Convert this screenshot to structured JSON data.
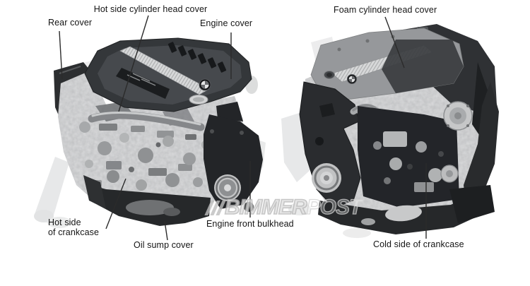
{
  "diagram": {
    "labels": {
      "hot_side_head_cover": "Hot side cylinder head cover",
      "rear_cover": "Rear cover",
      "engine_cover": "Engine cover",
      "foam_head_cover": "Foam cylinder head cover",
      "hot_side_crankcase": "Hot side\nof crankcase",
      "oil_sump_cover": "Oil sump cover",
      "engine_front_bulkhead": "Engine front bulkhead",
      "cold_side_crankcase": "Cold side of crankcase"
    },
    "watermark": {
      "bold": "BIMMER",
      "light": "POST"
    },
    "illustrations": {
      "left_engine": "Engine hot side view",
      "right_engine": "Engine cold side view"
    },
    "colors": {
      "background": "#ffffff",
      "label_text": "#141414",
      "leader_line": "#2b2b2b",
      "engine_cover_dark": "#34373a",
      "panel_dark": "#26282a",
      "block_gray": "#c6c7c8",
      "foam_gray": "#96989b",
      "watermark_gray": "#bfbfbf"
    }
  }
}
